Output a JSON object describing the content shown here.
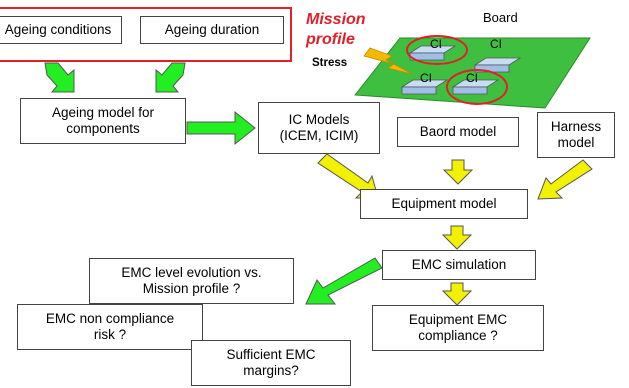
{
  "mission_profile": {
    "label_line1": "Mission",
    "label_line2": "profile"
  },
  "inputs": {
    "ageing_conditions": "Ageing conditions",
    "ageing_duration": "Ageing duration"
  },
  "board": {
    "title": "Board",
    "stress_label": "Stress",
    "ic_labels": [
      "CI",
      "CI",
      "CI",
      "CI"
    ]
  },
  "models": {
    "ageing_model_line1": "Ageing model for",
    "ageing_model_line2": "components",
    "ic_models_line1": "IC Models",
    "ic_models_line2": "(ICEM, ICIM)",
    "board_model": "Baord model",
    "harness_line1": "Harness",
    "harness_line2": "model",
    "equipment_model": "Equipment model"
  },
  "simulation": {
    "emc_simulation": "EMC simulation"
  },
  "outputs": {
    "level_evolution_line1": "EMC level evolution vs.",
    "level_evolution_line2": "Mission profile ?",
    "non_compliance_line1": "EMC non compliance",
    "non_compliance_line2": "risk ?",
    "sufficient_margins_line1": "Sufficient EMC",
    "sufficient_margins_line2": "margins?",
    "equipment_compliance_line1": "Equipment EMC",
    "equipment_compliance_line2": "compliance ?"
  },
  "colors": {
    "red": "#e0202a",
    "green_arrow": "#22ee22",
    "yellow_arrow": "#f2f200",
    "board_green": "#3fbf3f",
    "chip_blue": "#9fbfe6"
  }
}
